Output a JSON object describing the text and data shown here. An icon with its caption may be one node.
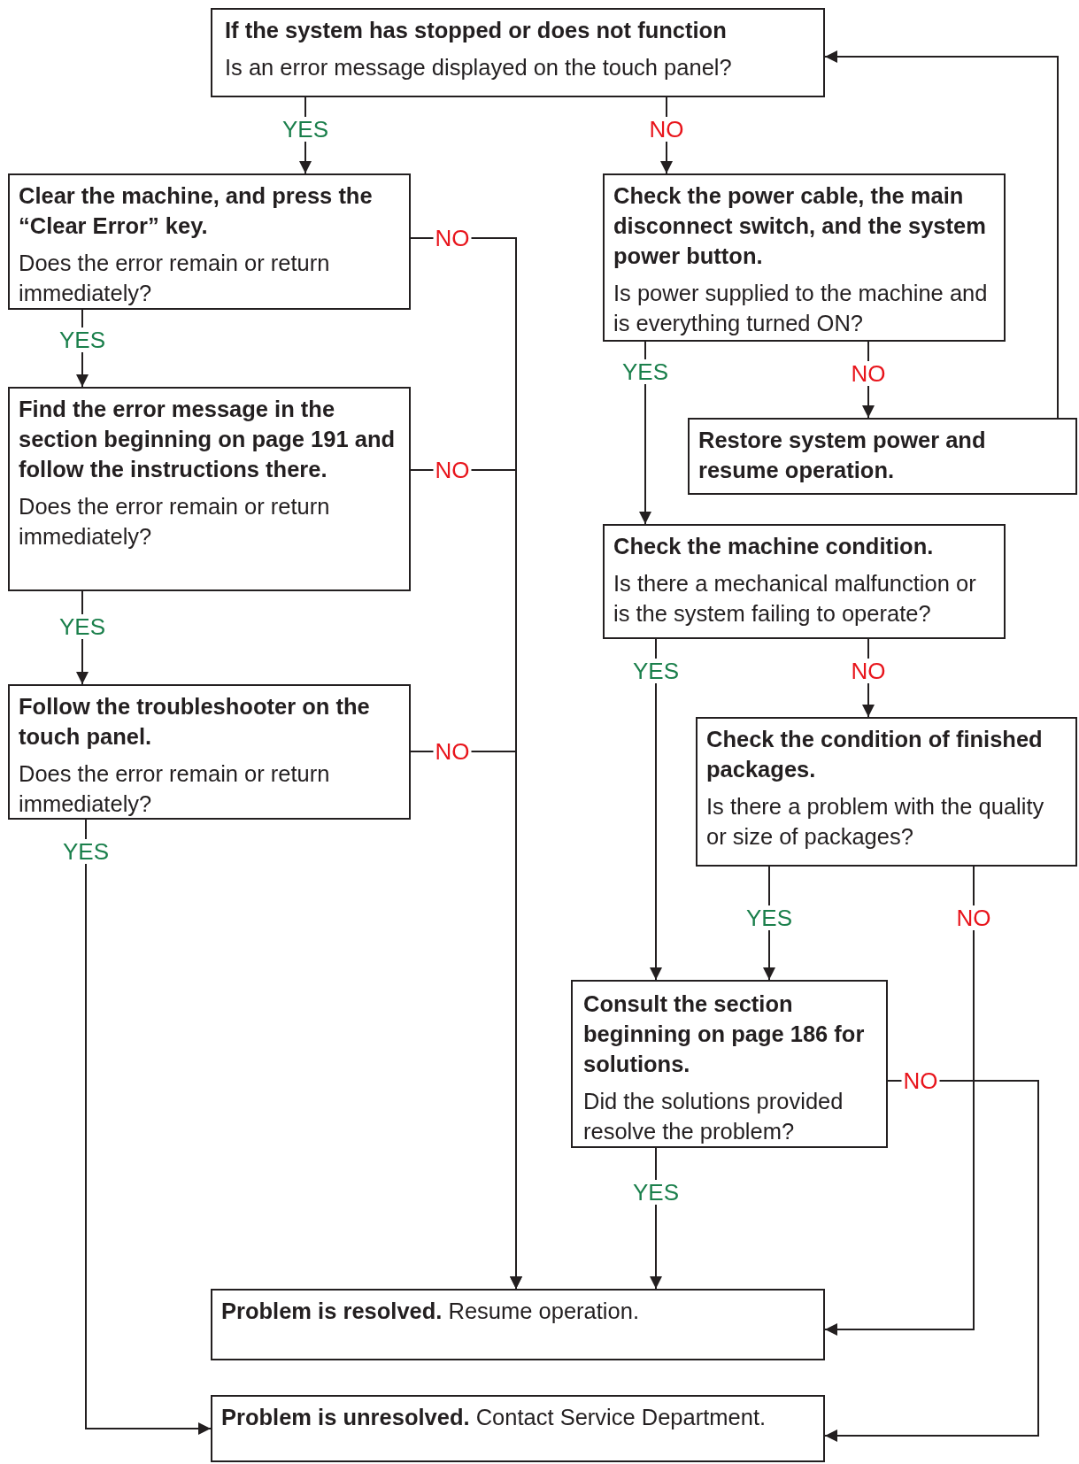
{
  "diagram": {
    "nodes": [
      {
        "text": [
          "If the system has stopped or does not function",
          "Is an error message displayed on the touch panel?"
        ]
      },
      {
        "text": [
          "Clear the machine, and press the “Clear Error” key.",
          "Does the error remain or return immediately?"
        ]
      },
      {
        "text": [
          "Find the error message in the section beginning on page 191 and follow the instructions there.",
          "Does the error remain or return immediately?"
        ]
      },
      {
        "text": [
          "Follow the troubleshooter on the touch panel.",
          "Does the error remain or return immediately?"
        ]
      },
      {
        "text": [
          "Check the power cable, the main disconnect switch, and the system power button.",
          "Is power supplied to the machine and is everything turned ON?"
        ]
      },
      {
        "text": [
          "Restore system power and resume operation."
        ]
      },
      {
        "text": [
          "Check the machine condition.",
          "Is there a mechanical malfunction or is the system failing to operate?"
        ]
      },
      {
        "text": [
          "Check the condition of finished packages.",
          "Is there a problem with the quality or size of packages?"
        ]
      },
      {
        "text": [
          "Consult the section beginning on page 186 for solutions.",
          "Did the solutions provided resolve the problem?"
        ]
      },
      {
        "text": [
          "**Problem is resolved.** Resume operation."
        ]
      },
      {
        "text": [
          "**Problem is unresolved.** Contact Service Department."
        ]
      }
    ],
    "edges": [
      {
        "from": 0,
        "to": 1,
        "arrow": "to",
        "label": "YES"
      },
      {
        "from": 0,
        "to": 4,
        "arrow": "to",
        "label": "NO"
      },
      {
        "from": 1,
        "to": 2,
        "arrow": "to",
        "label": "YES"
      },
      {
        "from": 2,
        "to": 3,
        "arrow": "to",
        "label": "YES"
      },
      {
        "from": 3,
        "to": 10,
        "arrow": "to",
        "label": "YES"
      },
      {
        "from": 1,
        "to": 9,
        "arrow": "to",
        "label": "NO"
      },
      {
        "from": 2,
        "to": 9,
        "arrow": "to",
        "label": "NO"
      },
      {
        "from": 3,
        "to": 9,
        "arrow": "to",
        "label": "NO"
      },
      {
        "from": 4,
        "to": 6,
        "arrow": "to",
        "label": "YES"
      },
      {
        "from": 4,
        "to": 5,
        "arrow": "to",
        "label": "NO"
      },
      {
        "from": 5,
        "to": 0,
        "arrow": "to"
      },
      {
        "from": 6,
        "to": 8,
        "arrow": "to",
        "label": "YES"
      },
      {
        "from": 6,
        "to": 7,
        "arrow": "to",
        "label": "NO"
      },
      {
        "from": 7,
        "to": 8,
        "arrow": "to",
        "label": "YES"
      },
      {
        "from": 7,
        "to": 9,
        "arrow": "to",
        "label": "NO"
      },
      {
        "from": 8,
        "to": 9,
        "arrow": "to",
        "label": "YES"
      },
      {
        "from": 8,
        "to": 10,
        "arrow": "to",
        "label": "NO"
      }
    ]
  }
}
